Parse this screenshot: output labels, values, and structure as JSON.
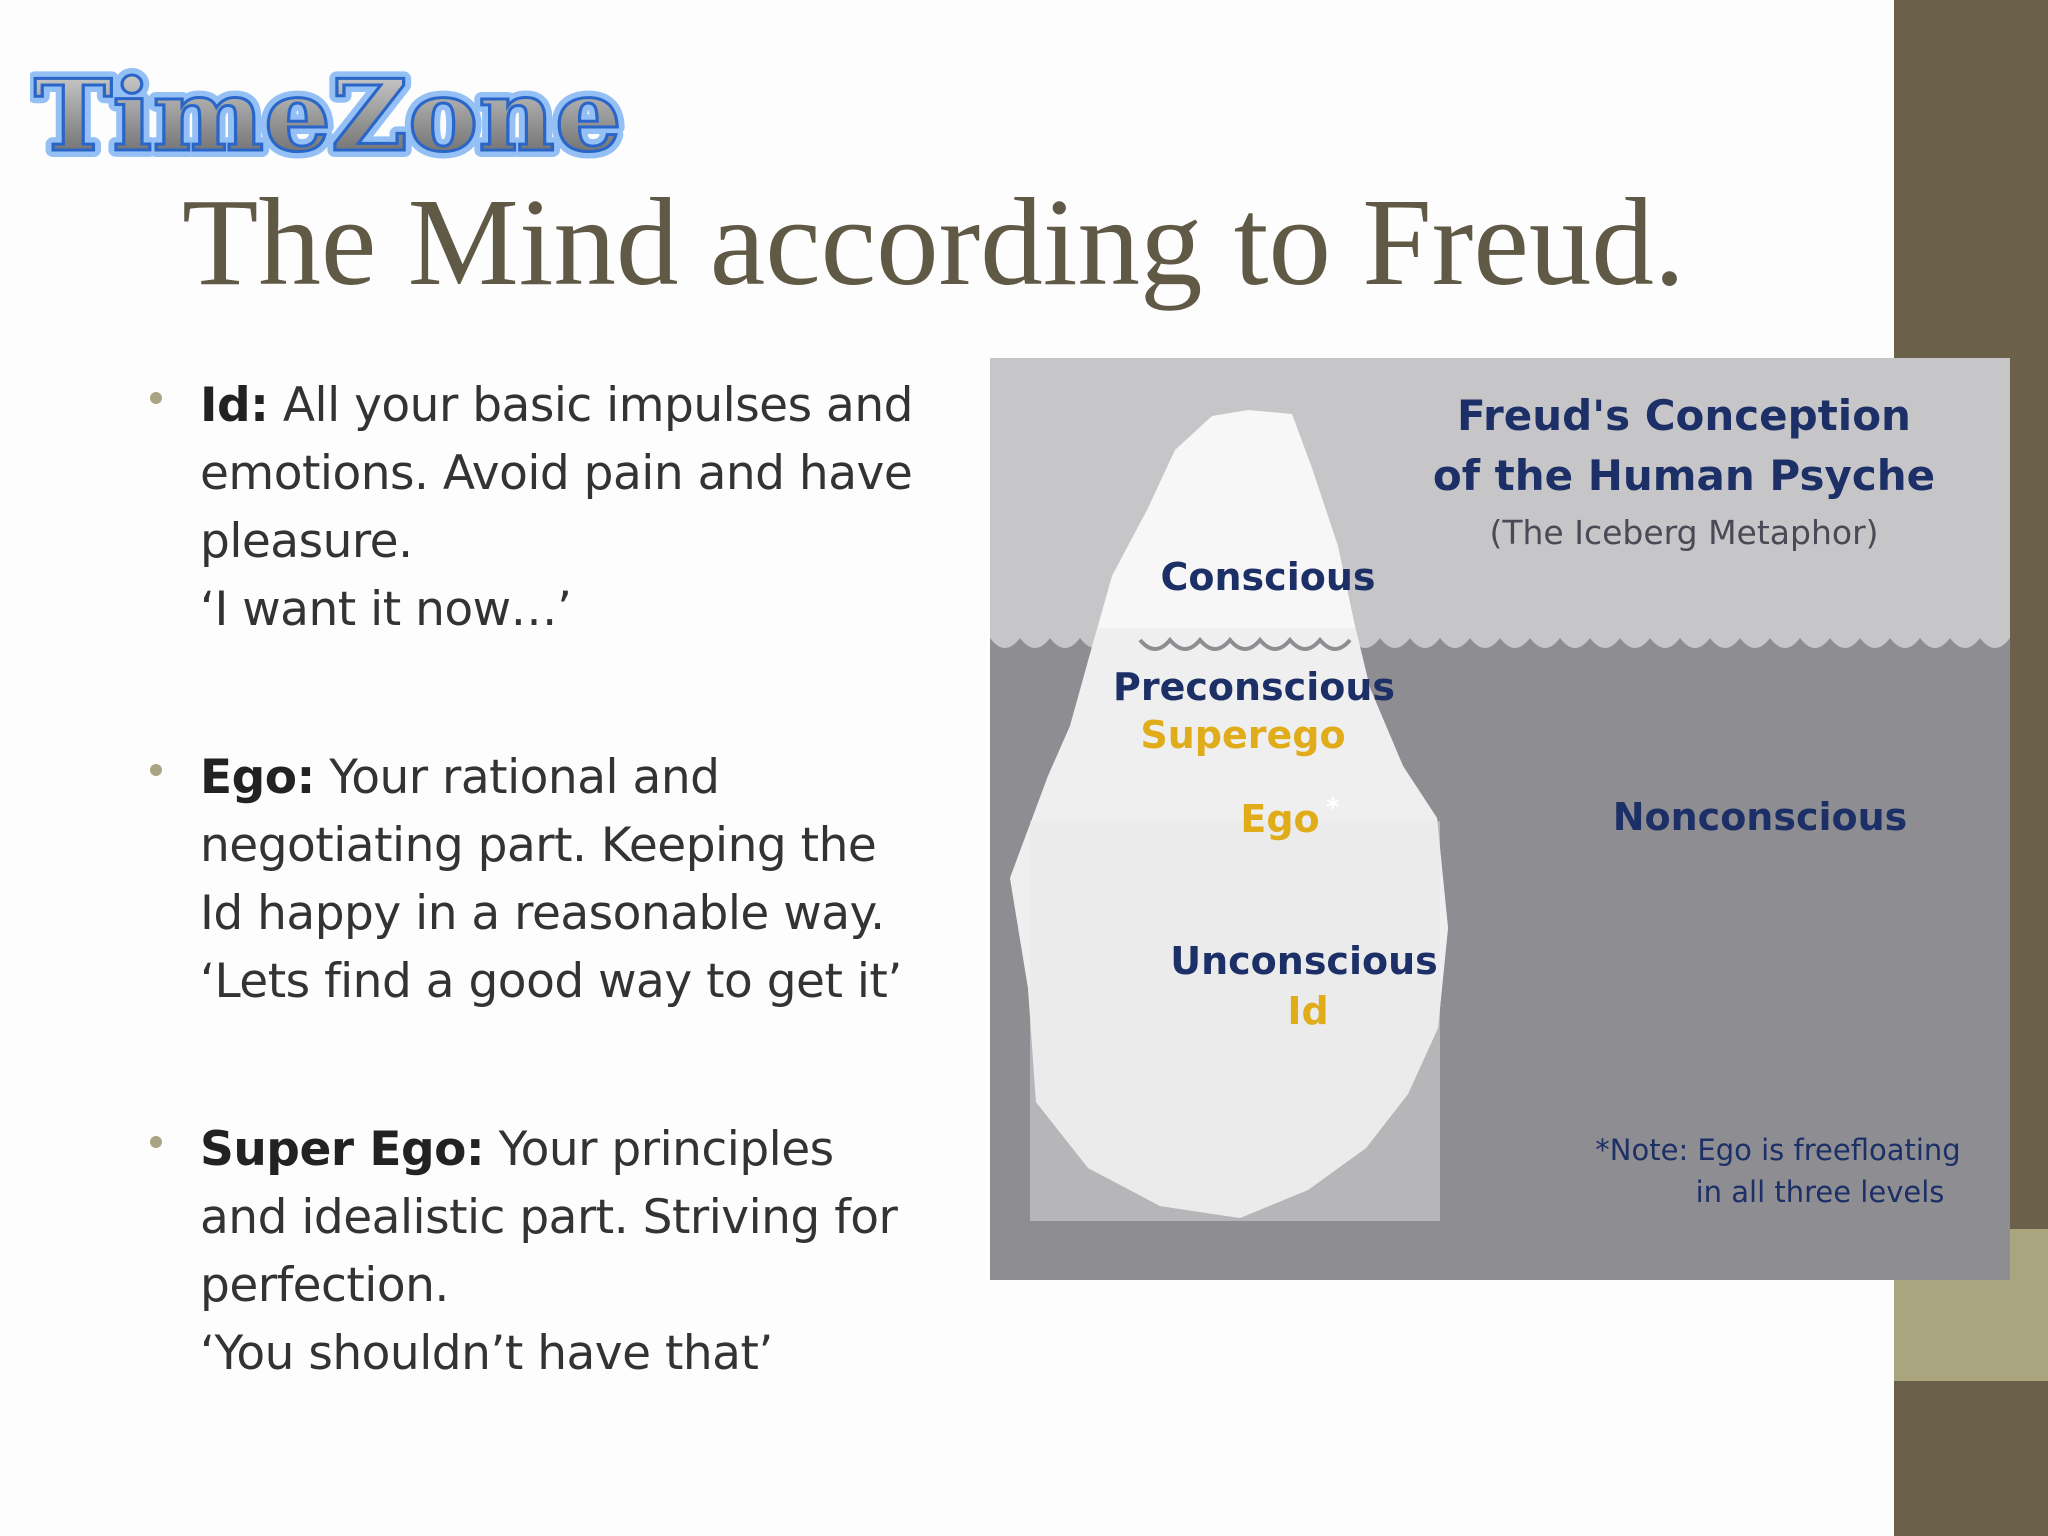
{
  "logo": {
    "text": "TimeZone"
  },
  "title": "The Mind according to Freud.",
  "bullets": [
    {
      "term": "Id:",
      "text": " All your basic impulses and emotions. Avoid pain and have pleasure.",
      "quote": "‘I want it now…’"
    },
    {
      "term": "Ego:",
      "text": " Your rational and negotiating part. Keeping the Id happy in a reasonable way.",
      "quote": "‘Lets find a good way to get it’"
    },
    {
      "term": "Super Ego:",
      "text": " Your principles and idealistic part. Striving for perfection.",
      "quote": "‘You shouldn’t have that’"
    }
  ],
  "diagram": {
    "title_line1": "Freud's Conception",
    "title_line2": "of the Human Psyche",
    "subtitle": "(The Iceberg Metaphor)",
    "conscious": "Conscious",
    "preconscious": "Preconscious",
    "superego": "Superego",
    "ego": "Ego",
    "ego_mark": "*",
    "nonconscious": "Nonconscious",
    "unconscious": "Unconscious",
    "id": "Id",
    "note_line1": "*Note: Ego is freefloating",
    "note_line2": "in all three levels",
    "colors": {
      "sky": "#c6c6c8",
      "water": "#8e8e92",
      "label_blue": "#1c2f66",
      "label_gold": "#e0ac1a"
    }
  }
}
